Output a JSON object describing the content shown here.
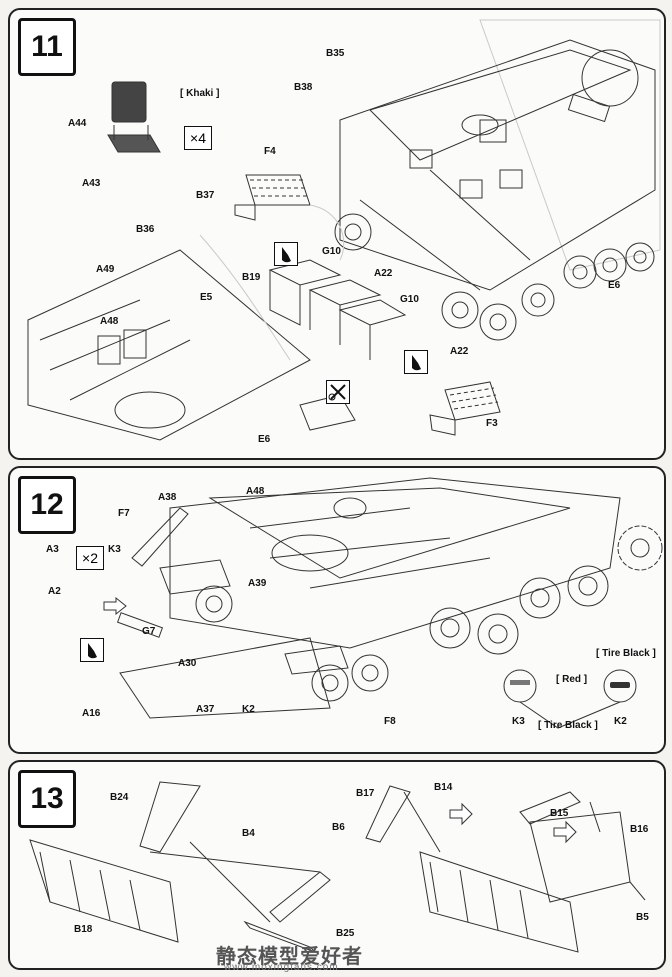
{
  "steps": [
    {
      "number": "11",
      "labels": {
        "B35": "B35",
        "B38": "B38",
        "khaki": "[ Khaki ]",
        "A44": "A44",
        "times4": "×4",
        "A43": "A43",
        "F4": "F4",
        "B37": "B37",
        "B36": "B36",
        "G10a": "G10",
        "A49": "A49",
        "A22a": "A22",
        "B19": "B19",
        "E5": "E5",
        "G10b": "G10",
        "A48": "A48",
        "A22b": "A22",
        "E6a": "E6",
        "E6b": "E6",
        "F3": "F3"
      }
    },
    {
      "number": "12",
      "labels": {
        "A48": "A48",
        "A38": "A38",
        "F7": "F7",
        "A3": "A3",
        "times2": "×2",
        "K3": "K3",
        "A39": "A39",
        "A2": "A2",
        "G7": "G7",
        "A30": "A30",
        "A16": "A16",
        "A37": "A37",
        "K2": "K2",
        "F8": "F8",
        "tire_black_top": "[ Tire Black ]",
        "red": "[ Red ]",
        "tire_black_bottom": "[ Tire Black ]",
        "K3b": "K3",
        "K2b": "K2"
      }
    },
    {
      "number": "13",
      "labels": {
        "B24": "B24",
        "B4": "B4",
        "B17": "B17",
        "B14": "B14",
        "B6": "B6",
        "B15": "B15",
        "B16": "B16",
        "B18": "B18",
        "B25": "B25",
        "B5": "B5"
      }
    }
  ],
  "watermark": {
    "text": "静态模型爱好者",
    "url": "www.moxingfans.com"
  },
  "icons": [
    "paint-drop-icon",
    "cut-scissors-icon",
    "direction-arrow-icon"
  ]
}
